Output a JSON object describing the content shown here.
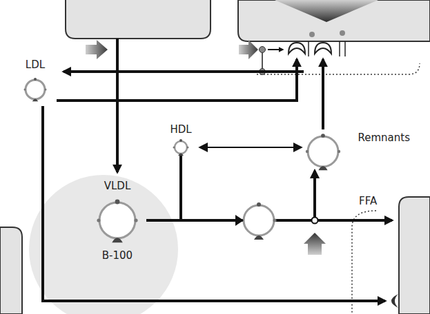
{
  "diagram": {
    "nodes": [
      {
        "text": [
          "LDL"
        ]
      },
      {
        "text": [
          "HDL"
        ]
      },
      {
        "text": [
          "Remnants"
        ]
      },
      {
        "text": [
          "VLDL",
          "B-100"
        ]
      }
    ],
    "edges": [
      {
        "from": 3,
        "to": 2,
        "arrow": "to"
      },
      {
        "from": 1,
        "to": 2,
        "arrow": "to"
      },
      {
        "from": 1,
        "to": 2,
        "arrow": "both"
      }
    ],
    "labels": [
      "FFA"
    ]
  }
}
